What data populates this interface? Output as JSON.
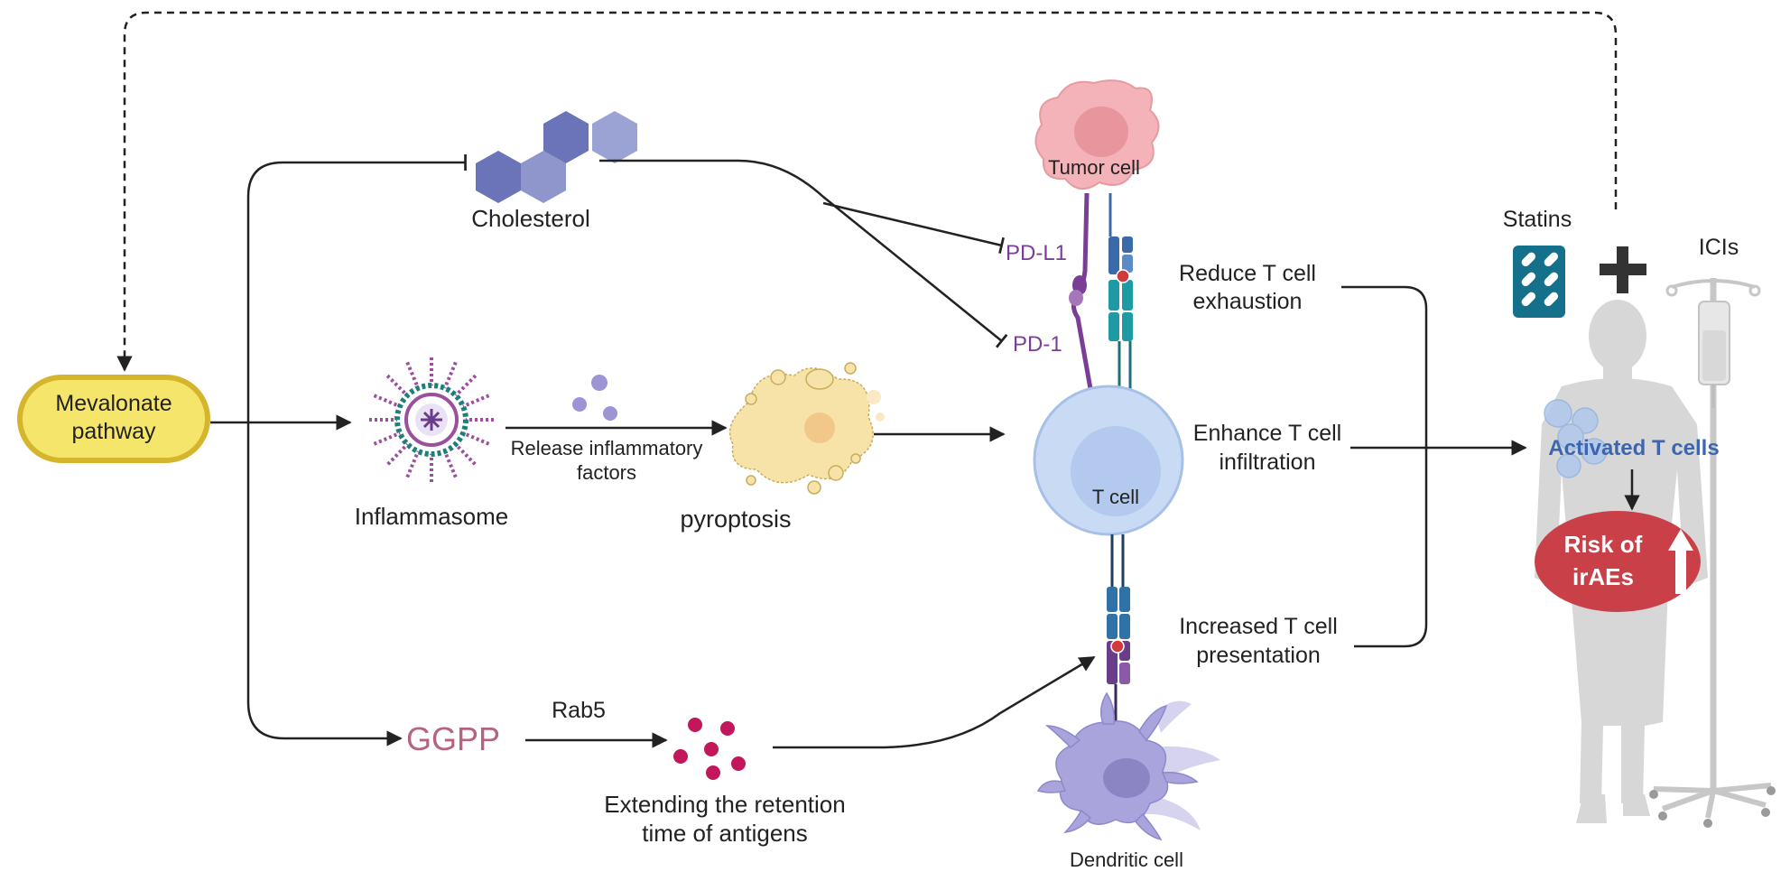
{
  "labels": {
    "mevalonate_line1": "Mevalonate",
    "mevalonate_line2": "pathway",
    "cholesterol": "Cholesterol",
    "inflammasome": "Inflammasome",
    "release_line1": "Release inflammatory",
    "release_line2": "factors",
    "pyroptosis": "pyroptosis",
    "ggpp": "GGPP",
    "rab5": "Rab5",
    "extending_line1": "Extending the retention",
    "extending_line2": "time of antigens",
    "tumor_cell": "Tumor cell",
    "pdl1": "PD-L1",
    "pd1": "PD-1",
    "t_cell": "T cell",
    "dendritic_cell": "Dendritic cell",
    "reduce_line1": "Reduce T cell",
    "reduce_line2": "exhaustion",
    "enhance_line1": "Enhance T cell",
    "enhance_line2": "infiltration",
    "increased_line1": "Increased T cell",
    "increased_line2": "presentation",
    "statins": "Statins",
    "icis": "ICIs",
    "activated_t_cells": "Activated T cells",
    "risk_line1": "Risk of",
    "risk_line2": "irAEs"
  },
  "colors": {
    "mevalonate_fill": "#f5e66b",
    "mevalonate_stroke": "#d4b52c",
    "cholesterol_hex": "#6b74b8",
    "inflammasome": "#9b4f9e",
    "pyroptosis": "#f7e3a8",
    "ggpp_text": "#b5637e",
    "antigen_dots": "#c2185b",
    "tumor_cell": "#f4b3b8",
    "t_cell": "#c9daf5",
    "dendritic_cell": "#a9a4dc",
    "receptor_blue": "#3b6aa8",
    "receptor_teal": "#1e9aa5",
    "receptor_purple": "#6a3d8a",
    "pd_label": "#7b3e96",
    "activated_text": "#3d66b0",
    "risk_fill": "#c94048",
    "statins_box": "#15708c",
    "patient": "#d5d5d5",
    "arrow": "#222222"
  }
}
